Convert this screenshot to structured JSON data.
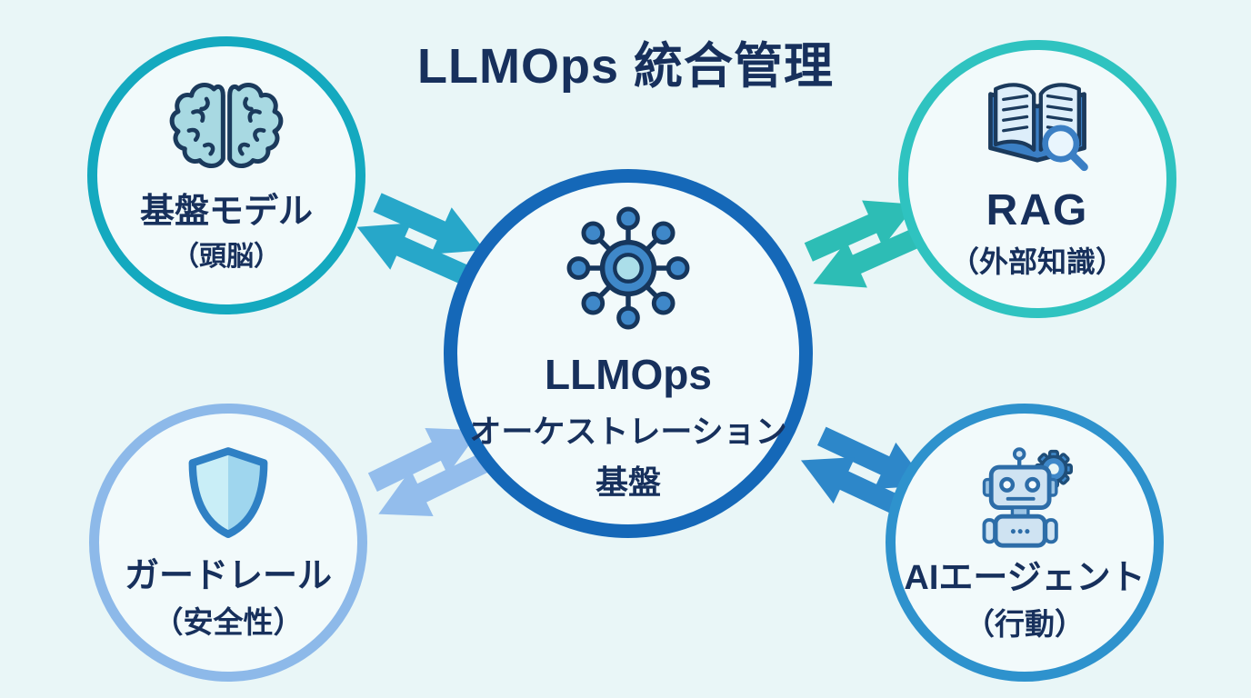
{
  "title": "LLMOps 統合管理",
  "colors": {
    "background": "#e9f6f7",
    "node_fill": "#f2fafb",
    "text": "#17305c",
    "center_border": "#1568b8",
    "top_left_border": "#14a9bf",
    "top_right_border": "#2fc3c0",
    "bottom_left_border": "#8db9e9",
    "bottom_right_border": "#2e92cd"
  },
  "nodes": {
    "center": {
      "line1": "LLMOps",
      "line2": "オーケストレーション",
      "line3": "基盤",
      "icon": "network-hub-icon"
    },
    "top_left": {
      "label": "基盤モデル",
      "sublabel": "（頭脳）",
      "icon": "brain-icon"
    },
    "top_right": {
      "label": "RAG",
      "sublabel": "（外部知識）",
      "icon": "book-search-icon"
    },
    "bottom_left": {
      "label": "ガードレール",
      "sublabel": "（安全性）",
      "icon": "shield-icon"
    },
    "bottom_right": {
      "label": "AIエージェント",
      "sublabel": "（行動）",
      "icon": "robot-gear-icon"
    }
  },
  "arrows": [
    {
      "between": "基盤モデル ↔ LLMOpsオーケストレーション基盤",
      "type": "bidirectional",
      "color": "#27a7c9"
    },
    {
      "between": "RAG ↔ LLMOpsオーケストレーション基盤",
      "type": "bidirectional",
      "color": "#2dbdb5"
    },
    {
      "between": "ガードレール ↔ LLMOpsオーケストレーション基盤",
      "type": "bidirectional",
      "color": "#93bdec"
    },
    {
      "between": "AIエージェント ↔ LLMOpsオーケストレーション基盤",
      "type": "bidirectional",
      "color": "#2d87c9"
    }
  ]
}
